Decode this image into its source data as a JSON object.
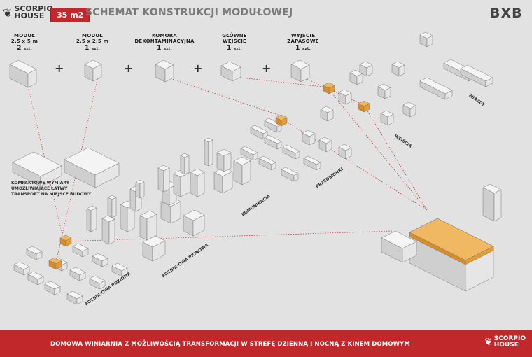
{
  "header": {
    "logo": "SCORPIO HOUSE",
    "area_badge": "35 m2",
    "title": "SCHEMAT KONSTRUKCJI MODUŁOWEJ",
    "studio_logo": "BXB"
  },
  "modules": [
    {
      "name": "MODUŁ",
      "size": "2.5 x 5 m",
      "count": "2",
      "unit": "szt."
    },
    {
      "name": "MODUŁ",
      "size": "2.5 x 2.5 m",
      "count": "1",
      "unit": "szt."
    },
    {
      "name": "KOMORA",
      "size": "DEKONTAMINACYJNA",
      "count": "1",
      "unit": "szt."
    },
    {
      "name": "GŁÓWNE",
      "size": "WEJŚCIE",
      "count": "1",
      "unit": "szt."
    },
    {
      "name": "WYJŚCIE",
      "size": "ZAPASOWE",
      "count": "1",
      "unit": "szt."
    }
  ],
  "plus_sign": "+",
  "labels": {
    "transport": "KOMPAKTOWE WYMIARY UMOŻLIWIAJĄCE ŁATWY TRANSPORT NA MIEJSCE BUDOWY",
    "horizontal": "ROZBUDOWA POZIOMA",
    "vertical": "ROZBUDOWA PIONOWA",
    "communication": "KOMUNIKACJA",
    "vestibules": "PRZEDSIONKI",
    "entrances": "WEJŚCIA",
    "driveways": "WJAZDY"
  },
  "footer": {
    "text": "DOMOWA WINIARNIA Z MOŻLIWOŚCIĄ TRANSFORMACJI  W STREFĘ DZIENNĄ I NOCNĄ Z KINEM DOMOWYM",
    "logo": "SCORPIO HOUSE"
  },
  "colors": {
    "accent": "#c0282c",
    "highlight": "#e8a040",
    "background": "#e2e2e2"
  }
}
